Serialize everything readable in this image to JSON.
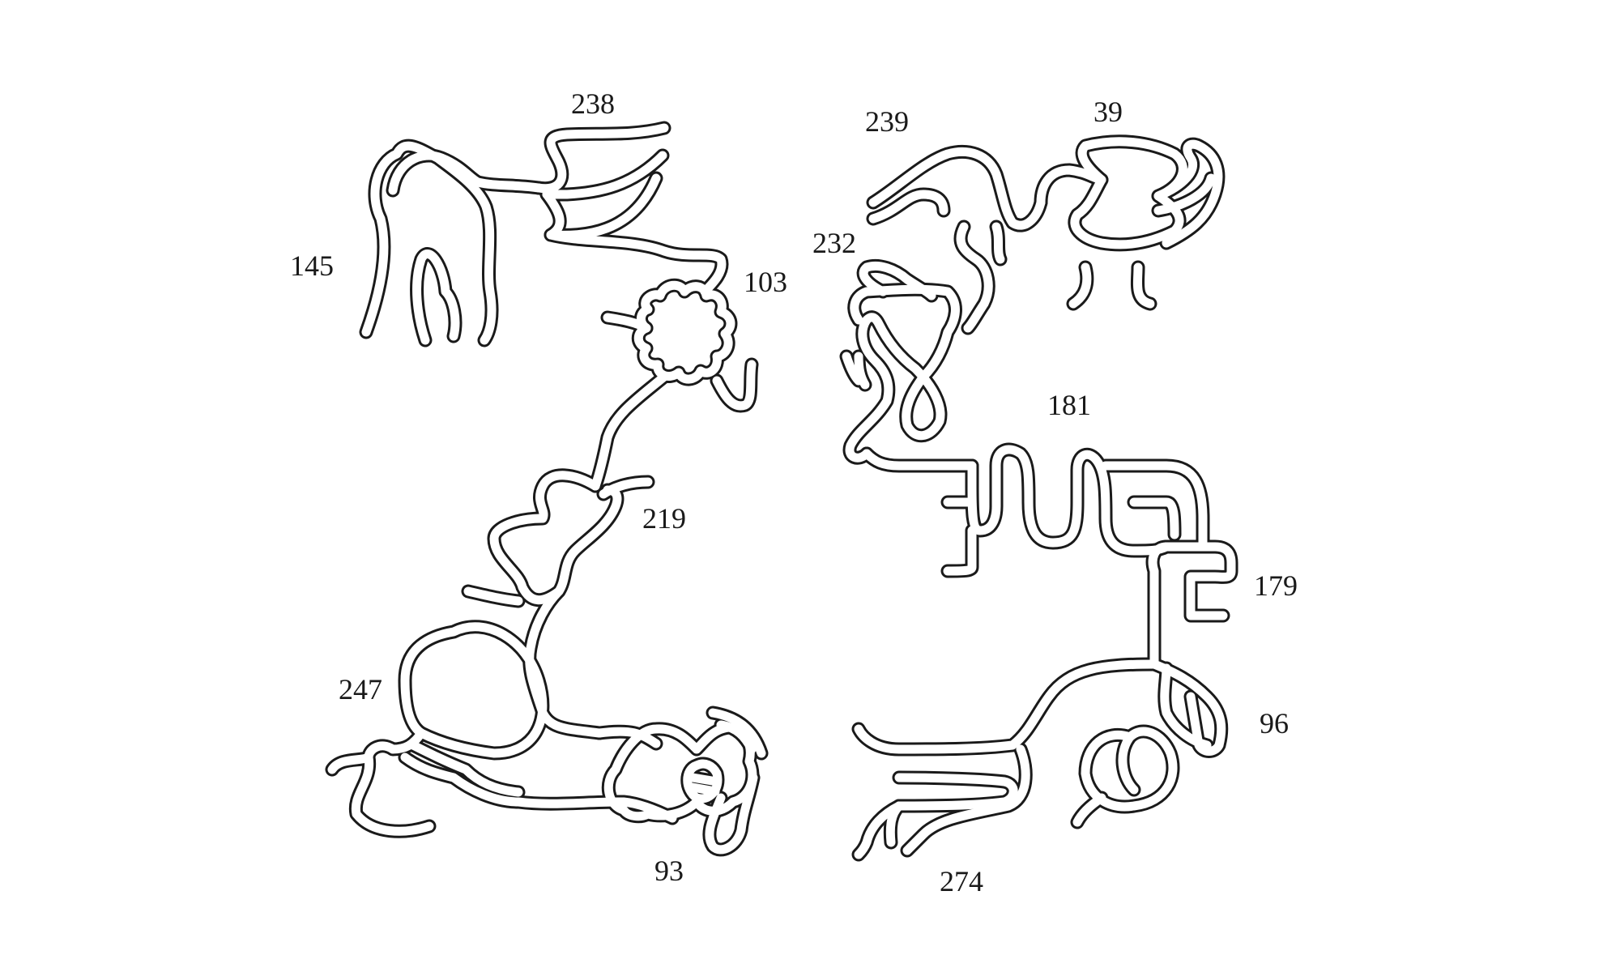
{
  "diagram": {
    "stroke_color": "#1a1a1a",
    "background": "#ffffff",
    "labels": {
      "n238": "238",
      "n145": "145",
      "n103": "103",
      "n219": "219",
      "n247": "247",
      "n93": "93",
      "n239": "239",
      "n39": "39",
      "n232": "232",
      "n181": "181",
      "n179": "179",
      "n96": "96",
      "n274": "274"
    }
  }
}
